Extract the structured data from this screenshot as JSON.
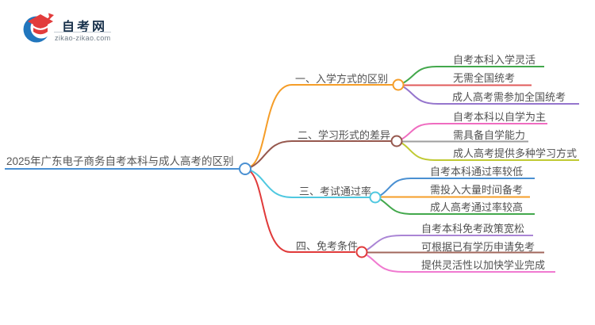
{
  "logo": {
    "title": "自考网",
    "domain": "zikao-zikao.com",
    "brand_blue": "#2176bd",
    "brand_red": "#e23c3c"
  },
  "root": {
    "label": "2025年广东电子商务自考本科与成人高考的区别",
    "color": "#4a90d2"
  },
  "branches": [
    {
      "label": "一、入学方式的区别",
      "color": "#f59d28",
      "children": [
        "自考本科入学灵活",
        "无需全国统考",
        "成人高考需参加全国统考"
      ],
      "child_colors": [
        "#43a84c",
        "#e05b5b",
        "#9575cd"
      ]
    },
    {
      "label": "二、学习形式的差异",
      "color": "#96584e",
      "children": [
        "自考本科以自学为主",
        "需具备自学能力",
        "成人高考提供多种学习方式"
      ],
      "child_colors": [
        "#ef6cc0",
        "#9e9e9e",
        "#c0ca33"
      ]
    },
    {
      "label": "三、考试通过率",
      "color": "#4fc8e0",
      "children": [
        "自考本科通过率较低",
        "需投入大量时间备考",
        "成人高考通过率较高"
      ],
      "child_colors": [
        "#4a90d2",
        "#f59d28",
        "#43a84c"
      ]
    },
    {
      "label": "四、免考条件",
      "color": "#e03a3a",
      "children": [
        "自考本科免考政策宽松",
        "可根据已有学历申请免考",
        "提供灵活性以加快学业完成"
      ],
      "child_colors": [
        "#aa85d5",
        "#a1675c",
        "#f07ad0"
      ]
    }
  ],
  "text_color": "#515151"
}
